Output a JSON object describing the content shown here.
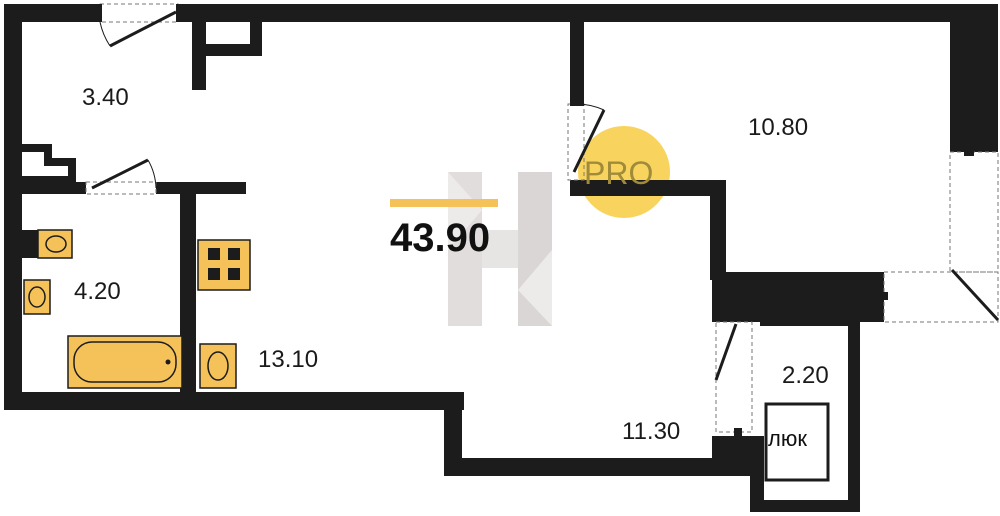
{
  "plan": {
    "total_area": "43.90",
    "rooms": [
      {
        "id": "hallway",
        "area": "3.40"
      },
      {
        "id": "bathroom",
        "area": "4.20"
      },
      {
        "id": "kitchen",
        "area": "13.10"
      },
      {
        "id": "living",
        "area": "11.30"
      },
      {
        "id": "bedroom",
        "area": "10.80"
      },
      {
        "id": "storage",
        "area": "2.20"
      }
    ],
    "hatch_label": "люк",
    "pro_badge": "PRO"
  },
  "colors": {
    "wall": "#1c1c1c",
    "fixture": "#f5c25a",
    "accent_bar": "#f5c25a",
    "badge": "#f7cf4e",
    "watermark": "#c9c3c0"
  }
}
